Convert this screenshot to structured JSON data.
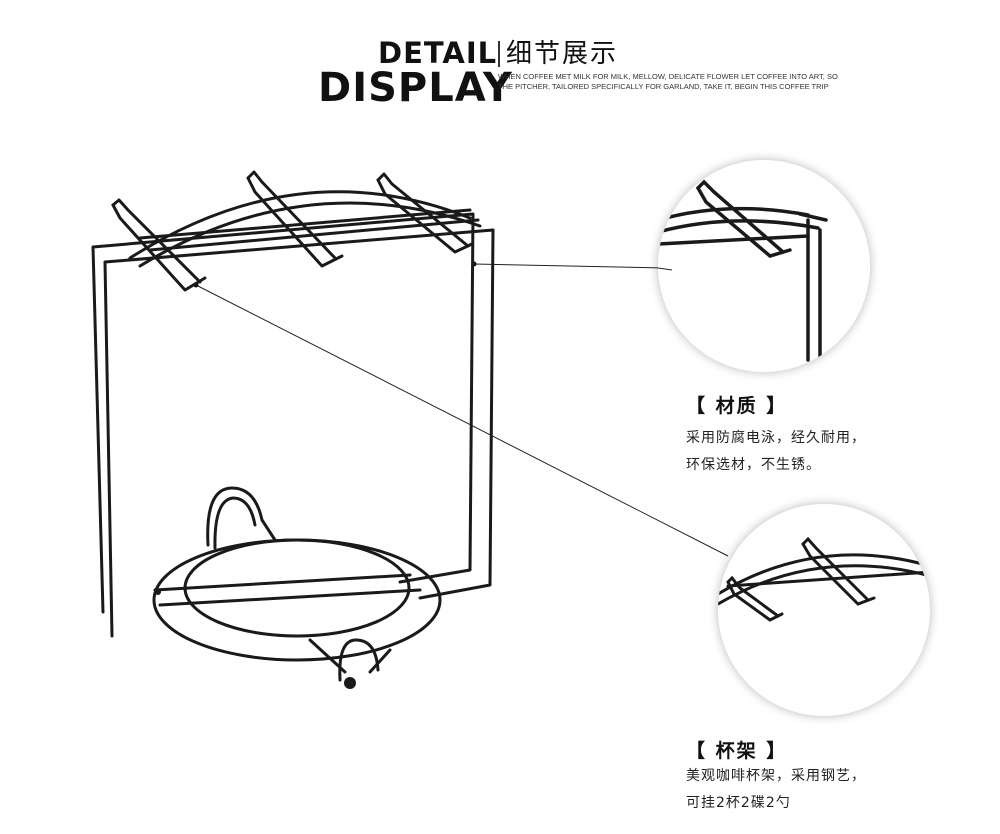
{
  "header": {
    "word1": "DETAIL",
    "word2": "DISPLAY",
    "chinese_title": "细节展示",
    "subtitle": "WHEN COFFEE MET MILK FOR MILK, MELLOW, DELICATE FLOWER LET COFFEE INTO ART, SO THE PITCHER, TAILORED SPECIFICALLY FOR GARLAND, TAKE IT, BEGIN THIS COFFEE TRIP"
  },
  "sections": [
    {
      "title": "【 材质 】",
      "line1": "采用防腐电泳，经久耐用，",
      "line2": "环保选材，不生锈。"
    },
    {
      "title": "【 杯架 】",
      "line1": "美观咖啡杯架，采用钢艺，",
      "line2": "可挂2杯2碟2勺"
    }
  ],
  "colors": {
    "background": "#ffffff",
    "wire": "#1a1a1a",
    "text": "#222222"
  }
}
